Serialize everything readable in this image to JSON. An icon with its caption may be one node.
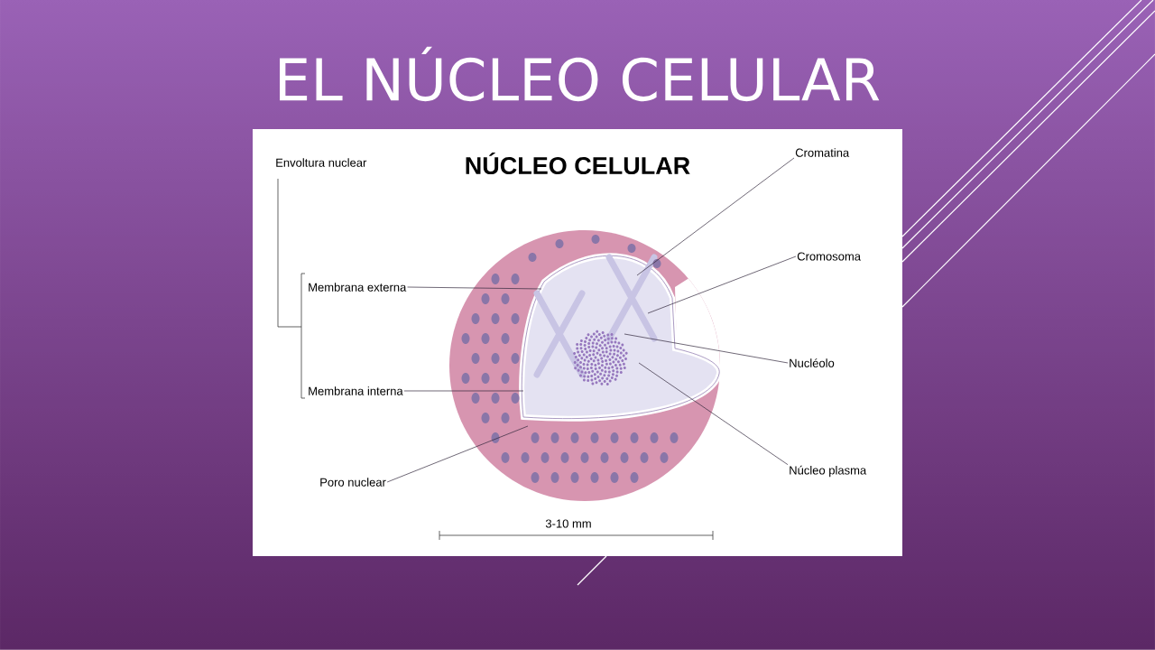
{
  "diagram": {
    "title": "EL NÚCLEO CELULAR",
    "nodes": [
      {
        "text": [
          "Envoltura nuclear"
        ]
      },
      {
        "text": [
          "Membrana externa"
        ]
      },
      {
        "text": [
          "Membrana interna"
        ]
      },
      {
        "text": [
          "Poro nuclear"
        ]
      },
      {
        "text": [
          "Cromatina"
        ]
      },
      {
        "text": [
          "Cromosoma"
        ]
      },
      {
        "text": [
          "Nucléolo"
        ]
      },
      {
        "text": [
          "Núcleo plasma"
        ]
      }
    ],
    "edges": [
      {
        "from": 1,
        "to": null,
        "arrow": "none"
      },
      {
        "from": 2,
        "to": null,
        "arrow": "none"
      },
      {
        "from": 3,
        "to": null,
        "arrow": "none"
      },
      {
        "from": 4,
        "to": null,
        "arrow": "none"
      },
      {
        "from": 5,
        "to": null,
        "arrow": "none"
      },
      {
        "from": 6,
        "to": null,
        "arrow": "none"
      },
      {
        "from": 7,
        "to": null,
        "arrow": "none"
      }
    ],
    "labels": [
      "NÚCLEO CELULAR",
      "3-10 mm"
    ]
  }
}
